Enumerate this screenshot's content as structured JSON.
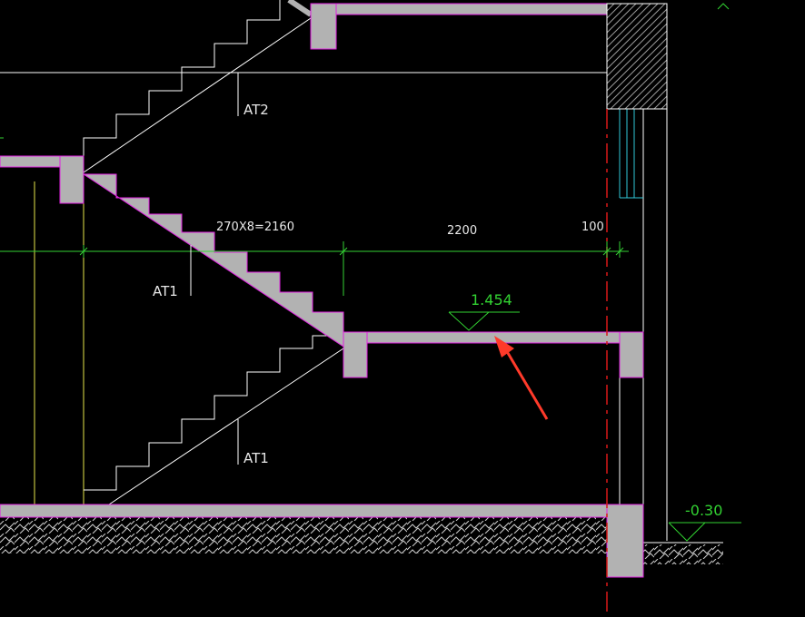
{
  "drawing": {
    "colors": {
      "background": "#000000",
      "concrete_fill": "#b2b2b2",
      "section_outline": "#e020e0",
      "lines": "#ffffff",
      "dimension": "#34d234",
      "elevation": "#32d232",
      "axis": "#d81818",
      "wall_lines": "#e6e64a",
      "window": "#30c8d8",
      "arrow": "#ff3a2a"
    },
    "labels": {
      "flight_upper": "AT2",
      "flight_middle": "AT1",
      "flight_lower": "AT1",
      "stair_dimension": "270X8=2160",
      "landing_dimension": "2200",
      "offset_dimension": "100"
    },
    "elevations": {
      "landing": "1.454",
      "ground": "-0.30"
    },
    "annotation_arrow": "red-pointer-arrow"
  }
}
